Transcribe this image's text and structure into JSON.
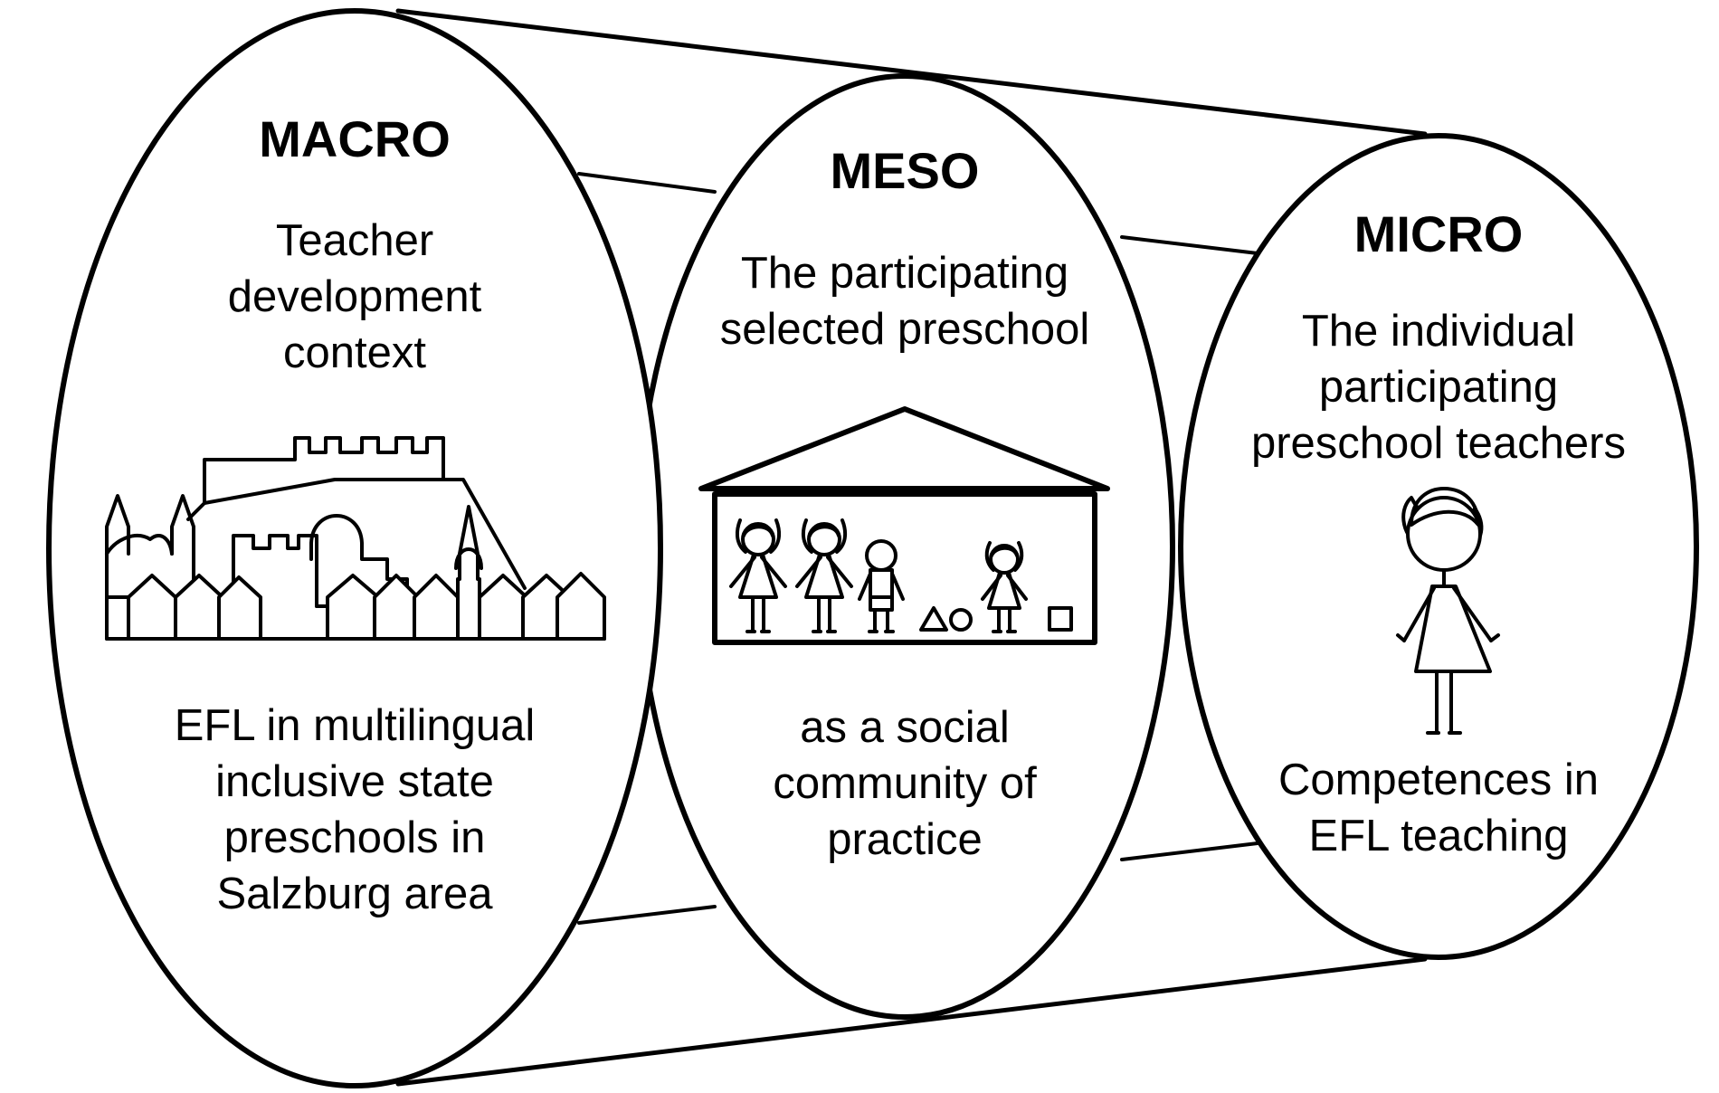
{
  "colors": {
    "stroke": "#000000",
    "background": "#ffffff"
  },
  "macro": {
    "title": "MACRO",
    "description": [
      "Teacher",
      "development",
      "context"
    ],
    "footer": [
      "EFL in multilingual",
      "inclusive state",
      "preschools in",
      "Salzburg area"
    ],
    "icon": "city-skyline-icon"
  },
  "meso": {
    "title": "MESO",
    "description": [
      "The participating",
      "selected preschool"
    ],
    "footer": [
      "as a social",
      "community of",
      "practice"
    ],
    "icon": "preschool-house-icon"
  },
  "micro": {
    "title": "MICRO",
    "description": [
      "The individual",
      "participating",
      "preschool teachers"
    ],
    "footer": [
      "Competences in",
      "EFL teaching"
    ],
    "icon": "teacher-figure-icon"
  }
}
